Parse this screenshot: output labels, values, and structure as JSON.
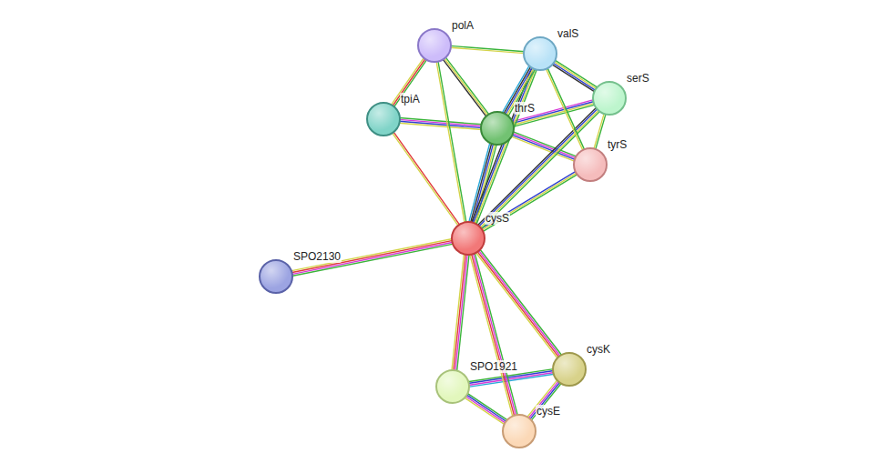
{
  "diagram": {
    "nodes": [
      {
        "text": [
          "polA"
        ]
      },
      {
        "text": [
          "valS"
        ]
      },
      {
        "text": [
          "serS"
        ]
      },
      {
        "text": [
          "tpiA"
        ]
      },
      {
        "text": [
          "thrS"
        ]
      },
      {
        "text": [
          "tyrS"
        ]
      },
      {
        "text": [
          "cysS"
        ]
      },
      {
        "text": [
          "SPO2130"
        ]
      },
      {
        "text": [
          "SPO1921"
        ]
      },
      {
        "text": [
          "cysK"
        ]
      },
      {
        "text": [
          "cysE"
        ]
      }
    ],
    "edges": [
      {
        "from": 0,
        "to": 1,
        "arrow": "none"
      },
      {
        "from": 0,
        "to": 3,
        "arrow": "none"
      },
      {
        "from": 0,
        "to": 4,
        "arrow": "none"
      },
      {
        "from": 0,
        "to": 6,
        "arrow": "none"
      },
      {
        "from": 1,
        "to": 2,
        "arrow": "none"
      },
      {
        "from": 1,
        "to": 4,
        "arrow": "none"
      },
      {
        "from": 1,
        "to": 5,
        "arrow": "none"
      },
      {
        "from": 1,
        "to": 6,
        "arrow": "none"
      },
      {
        "from": 2,
        "to": 4,
        "arrow": "none"
      },
      {
        "from": 2,
        "to": 5,
        "arrow": "none"
      },
      {
        "from": 2,
        "to": 6,
        "arrow": "none"
      },
      {
        "from": 3,
        "to": 4,
        "arrow": "none"
      },
      {
        "from": 3,
        "to": 6,
        "arrow": "none"
      },
      {
        "from": 4,
        "to": 5,
        "arrow": "none"
      },
      {
        "from": 4,
        "to": 6,
        "arrow": "none"
      },
      {
        "from": 5,
        "to": 6,
        "arrow": "none"
      },
      {
        "from": 6,
        "to": 7,
        "arrow": "none"
      },
      {
        "from": 6,
        "to": 8,
        "arrow": "none"
      },
      {
        "from": 6,
        "to": 9,
        "arrow": "none"
      },
      {
        "from": 6,
        "to": 10,
        "arrow": "none"
      },
      {
        "from": 8,
        "to": 9,
        "arrow": "none"
      },
      {
        "from": 8,
        "to": 10,
        "arrow": "none"
      },
      {
        "from": 9,
        "to": 10,
        "arrow": "none"
      }
    ]
  }
}
